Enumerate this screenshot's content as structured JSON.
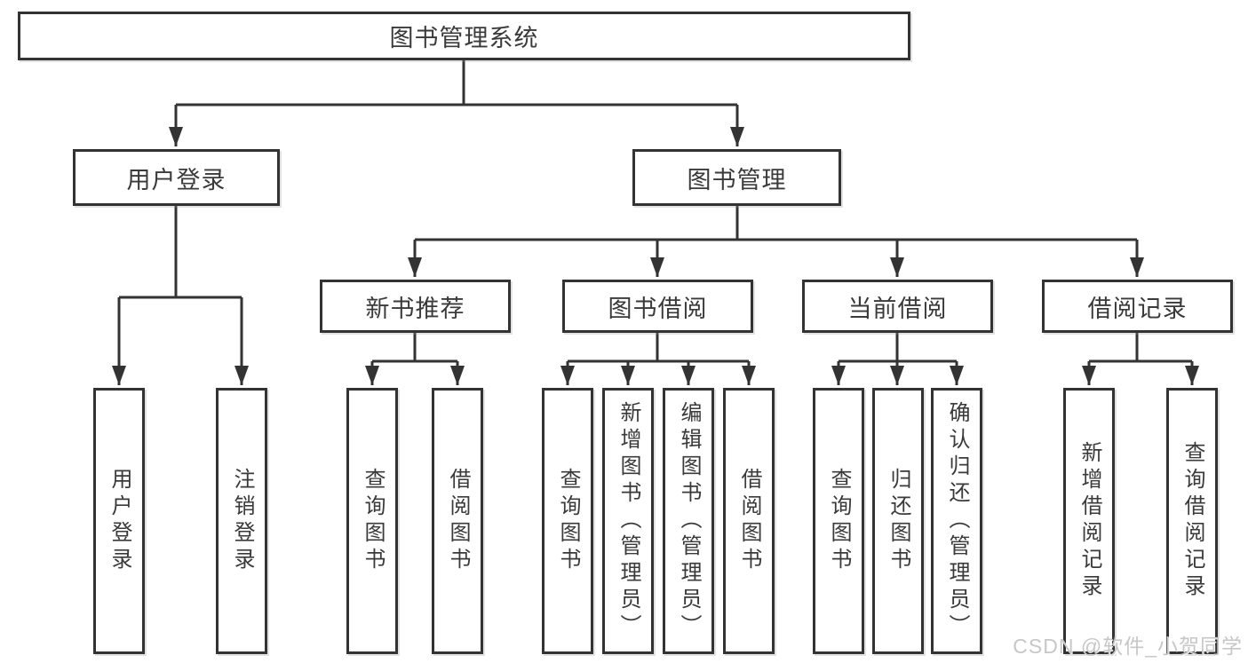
{
  "diagram": {
    "title": "图书管理系统",
    "branches": [
      {
        "label": "用户登录",
        "children": [
          {
            "label": "用户登录"
          },
          {
            "label": "注销登录"
          }
        ]
      },
      {
        "label": "图书管理",
        "children": [
          {
            "label": "新书推荐",
            "children": [
              {
                "label": "查询图书"
              },
              {
                "label": "借阅图书"
              }
            ]
          },
          {
            "label": "图书借阅",
            "children": [
              {
                "label": "查询图书"
              },
              {
                "label": "新增图书（管理员）"
              },
              {
                "label": "编辑图书（管理员）"
              },
              {
                "label": "借阅图书"
              }
            ]
          },
          {
            "label": "当前借阅",
            "children": [
              {
                "label": "查询图书"
              },
              {
                "label": "归还图书"
              },
              {
                "label": "确认归还（管理员）"
              }
            ]
          },
          {
            "label": "借阅记录",
            "children": [
              {
                "label": "新增借阅记录"
              },
              {
                "label": "查询借阅记录"
              }
            ]
          }
        ]
      }
    ]
  },
  "watermark": "CSDN @软件_小贺同学",
  "colors": {
    "line": "#333333",
    "border": "#333333",
    "text": "#3a3a3a",
    "watermark": "#c7c7c7",
    "background": "#ffffff"
  }
}
